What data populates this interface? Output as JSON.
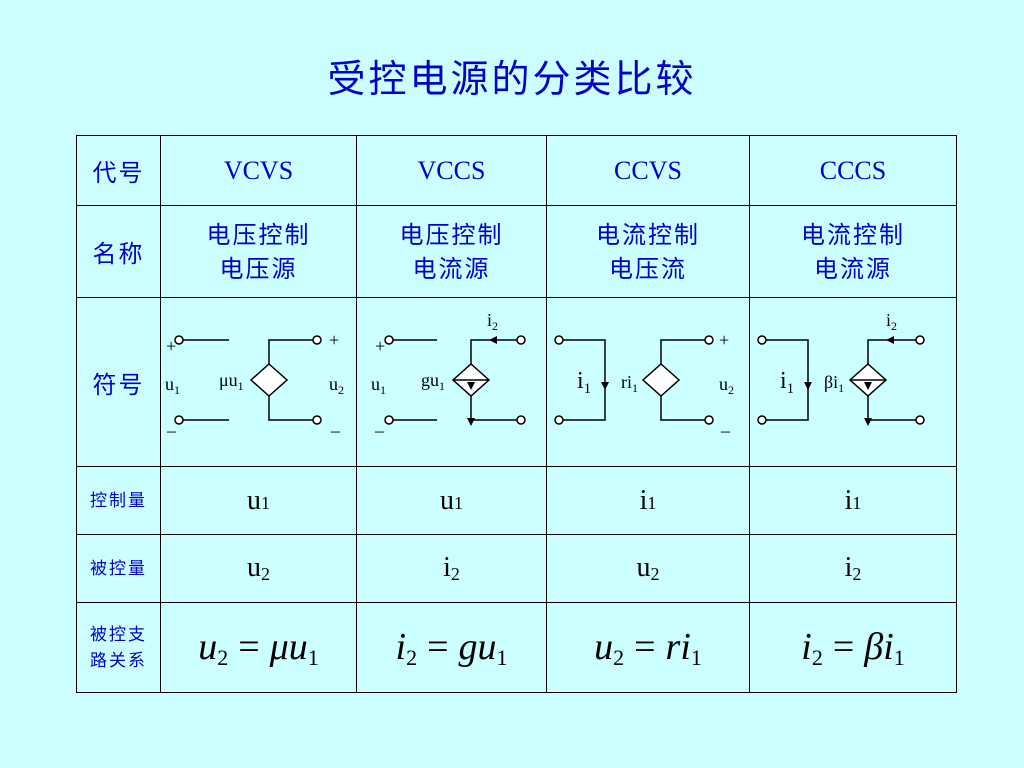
{
  "title": "受控电源的分类比较",
  "rows": {
    "code_header": "代号",
    "name_header": "名称",
    "symbol_header": "符号",
    "control_header": "控制量",
    "controlled_header": "被控量",
    "relation_header": "被控支路关系"
  },
  "columns": [
    {
      "code": "VCVS",
      "name_line1": "电压控制",
      "name_line2": "电压源",
      "control_var": "u",
      "control_sub": "1",
      "controlled_var": "u",
      "controlled_sub": "2",
      "relation": {
        "lhs": "u",
        "lhs_sub": "2",
        "coef": "μ",
        "rhs": "u",
        "rhs_sub": "1"
      },
      "symbol": {
        "left_plus": "+",
        "left_label": "u",
        "left_sub": "1",
        "left_minus": "_",
        "source_label": "μu",
        "source_sub": "1",
        "right_plus": "+",
        "right_label": "u",
        "right_sub": "2",
        "right_minus": "_"
      }
    },
    {
      "code": "VCCS",
      "name_line1": "电压控制",
      "name_line2": "电流源",
      "control_var": "u",
      "control_sub": "1",
      "controlled_var": "i",
      "controlled_sub": "2",
      "relation": {
        "lhs": "i",
        "lhs_sub": "2",
        "coef": "g",
        "rhs": "u",
        "rhs_sub": "1"
      },
      "symbol": {
        "left_plus": "+",
        "left_label": "u",
        "left_sub": "1",
        "left_minus": "_",
        "source_label": "gu",
        "source_sub": "1",
        "current_label": "i",
        "current_sub": "2"
      }
    },
    {
      "code": "CCVS",
      "name_line1": "电流控制",
      "name_line2": "电压流",
      "control_var": "i",
      "control_sub": "1",
      "controlled_var": "u",
      "controlled_sub": "2",
      "relation": {
        "lhs": "u",
        "lhs_sub": "2",
        "coef": "r",
        "rhs": "i",
        "rhs_sub": "1"
      },
      "symbol": {
        "left_label": "i",
        "left_sub": "1",
        "source_label": "ri",
        "source_sub": "1",
        "right_plus": "+",
        "right_label": "u",
        "right_sub": "2",
        "right_minus": "_"
      }
    },
    {
      "code": "CCCS",
      "name_line1": "电流控制",
      "name_line2": "电流源",
      "control_var": "i",
      "control_sub": "1",
      "controlled_var": "i",
      "controlled_sub": "2",
      "relation": {
        "lhs": "i",
        "lhs_sub": "2",
        "coef": "β",
        "rhs": "i",
        "rhs_sub": "1"
      },
      "symbol": {
        "left_label": "i",
        "left_sub": "1",
        "source_label": "βi",
        "source_sub": "1",
        "current_label": "i",
        "current_sub": "2"
      }
    }
  ],
  "colors": {
    "background": "#ccffff",
    "header_text": "#0000cc",
    "body_text": "#000000",
    "border": "#000000"
  }
}
